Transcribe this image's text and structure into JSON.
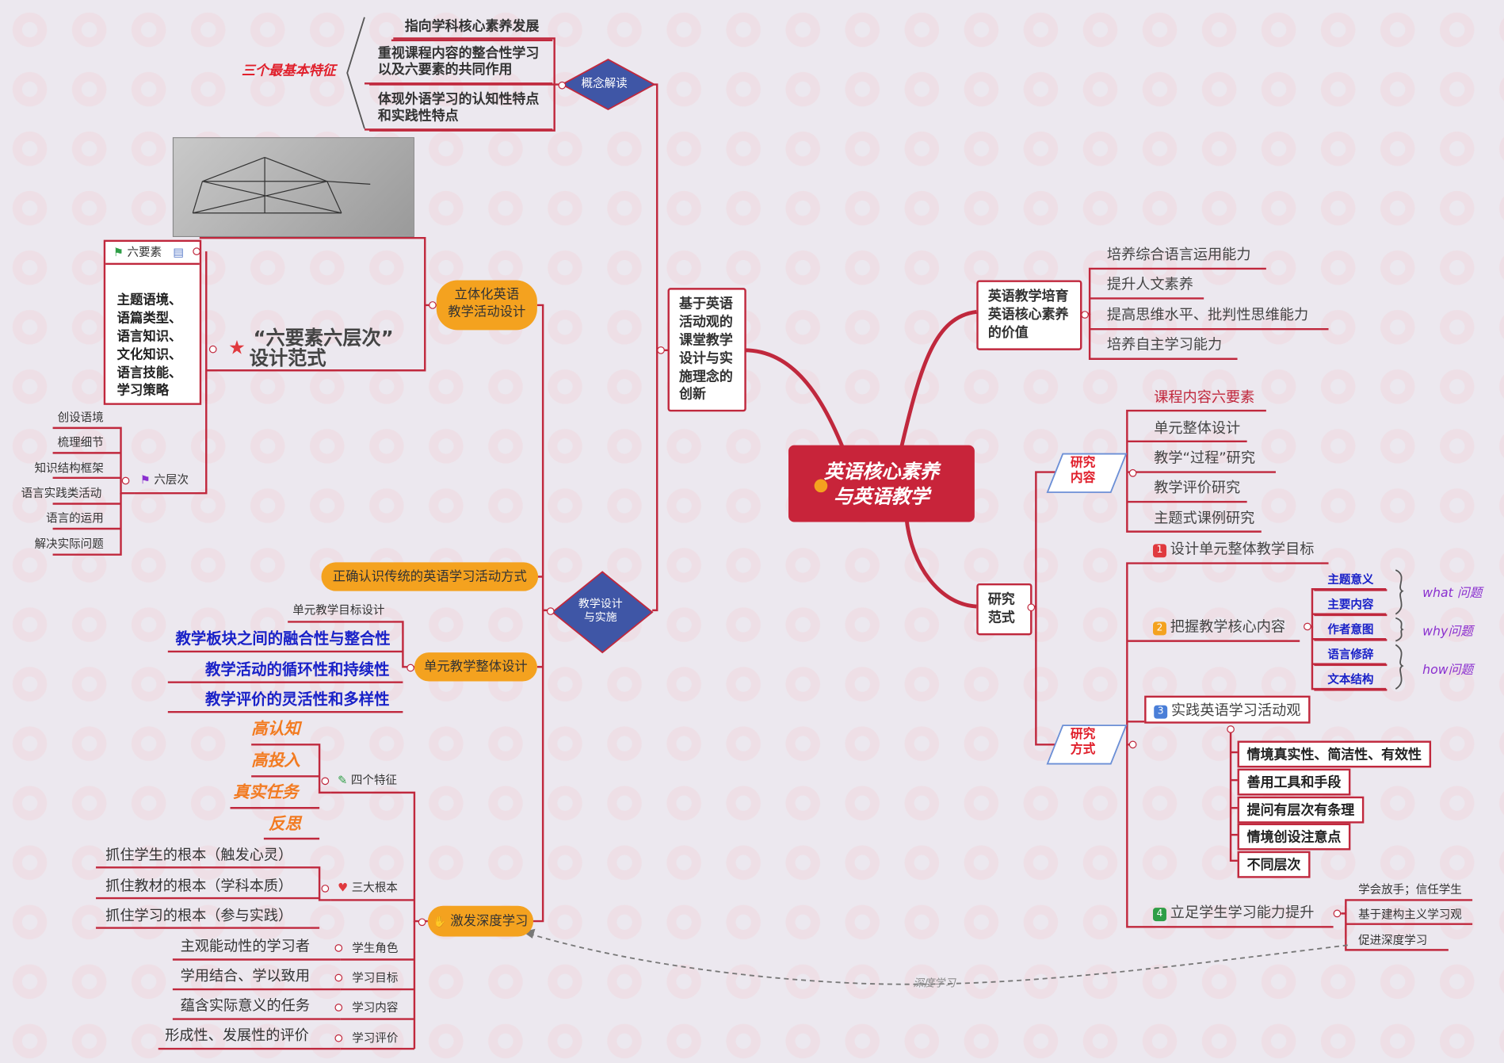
{
  "center": {
    "title_line1": "英语核心素养",
    "title_line2": "与英语教学"
  },
  "left_main": {
    "lines": [
      "基于英语",
      "活动观的",
      "课堂教学",
      "设计与实",
      "施理念的",
      "创新"
    ]
  },
  "concept": {
    "label": "概念解读",
    "items": [
      "指向学科核心素养发展",
      "重视课程内容的整合性学习",
      "以及六要素的共同作用",
      "体现外语学习的认知性特点",
      "和实践性特点"
    ],
    "annotation": "三个最基本特征"
  },
  "teaching_design": {
    "label_line1": "教学设计",
    "label_line2": "与实施"
  },
  "solid": {
    "label_line1": "立体化英语",
    "label_line2": "教学活动设计",
    "six_elements_label": "六要素",
    "six_elements_text": [
      "主题语境、",
      "语篇类型、",
      "语言知识、",
      "文化知识、",
      "语言技能、",
      "学习策略"
    ],
    "framework_line1": "“六要素六层次”",
    "framework_line2": "设计范式",
    "six_levels_label": "六层次",
    "six_levels": [
      "创设语境",
      "梳理细节",
      "知识结构框架",
      "语言实践类活动",
      "语言的运用",
      "解决实际问题"
    ]
  },
  "correct_view": "正确认识传统的英语学习活动方式",
  "unit_design": {
    "label": "单元教学整体设计",
    "goal": "单元教学目标设计",
    "items": [
      "教学板块之间的融合性与整合性",
      "教学活动的循环性和持续性",
      "教学评价的灵活性和多样性"
    ]
  },
  "deep_learning": {
    "label": "激发深度学习",
    "four_features_label": "四个特征",
    "four_features": [
      "高认知",
      "高投入",
      "真实任务",
      "反思"
    ],
    "three_roots_label": "三大根本",
    "three_roots": [
      "抓住学生的根本（触发心灵）",
      "抓住教材的根本（学科本质）",
      "抓住学习的根本（参与实践）"
    ],
    "rows": [
      {
        "label": "学生角色",
        "value": "主观能动性的学习者"
      },
      {
        "label": "学习目标",
        "value": "学用结合、学以致用"
      },
      {
        "label": "学习内容",
        "value": "蕴含实际意义的任务"
      },
      {
        "label": "学习评价",
        "value": "形成性、发展性的评价"
      }
    ]
  },
  "value": {
    "lines": [
      "英语教学培育",
      "英语核心素养",
      "的价值"
    ],
    "items": [
      "培养综合语言运用能力",
      "提升人文素养",
      "提高思维水平、批判性思维能力",
      "培养自主学习能力"
    ]
  },
  "research": {
    "label_line1": "研究",
    "label_line2": "范式",
    "content_label_line1": "研究",
    "content_label_line2": "内容",
    "content_items": [
      "课程内容六要素",
      "单元整体设计",
      "教学“过程”研究",
      "教学评价研究",
      "主题式课例研究"
    ],
    "method_label_line1": "研究",
    "method_label_line2": "方式",
    "m1": {
      "num": "1",
      "label": "设计单元整体教学目标"
    },
    "m2": {
      "num": "2",
      "label": "把握教学核心内容",
      "items": [
        "主题意义",
        "主要内容",
        "作者意图",
        "语言修辞",
        "文本结构"
      ]
    },
    "what": "what 问题",
    "why": "why问题",
    "how": "how问题",
    "m3": {
      "num": "3",
      "label": "实践英语学习活动观",
      "items": [
        "情境真实性、简洁性、有效性",
        "善用工具和手段",
        "提问有层次有条理",
        "情境创设注意点",
        "不同层次"
      ]
    },
    "m4": {
      "num": "4",
      "label": "立足学生学习能力提升",
      "items": [
        "学会放手；信任学生",
        "基于建构主义学习观",
        "促进深度学习"
      ]
    }
  },
  "relation_label": "深度学习",
  "colors": {
    "red": "#c0283d",
    "central": "#c8243a",
    "orange": "#f4a21f",
    "diamond": "#3f56a6",
    "blue": "#1a22c8",
    "purple": "#8a2fcf"
  }
}
